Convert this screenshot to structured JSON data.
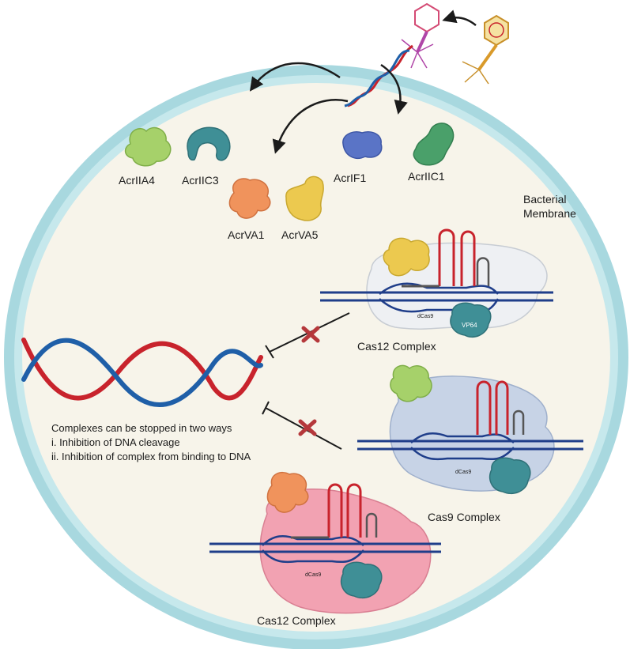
{
  "colors": {
    "cell_fill": "#f7f4ea",
    "membrane": "#9fd3db",
    "dna_red": "#c8232c",
    "dna_blue": "#1f5fa8",
    "inhibit_x": "#b5383b"
  },
  "proteins": {
    "acriia4": "AcrIIA4",
    "acriic3": "AcrIIC3",
    "acrva1": "AcrVA1",
    "acrva5": "AcrVA5",
    "acrif1": "AcrIF1",
    "acriic1": "AcrIIC1"
  },
  "membrane": {
    "line1": "Bacterial",
    "line2": "Membrane"
  },
  "complexes": {
    "top": {
      "title": "Cas12 Complex",
      "enzyme": "dCas9",
      "effector": "VP64"
    },
    "middle": {
      "title": "Cas9 Complex",
      "enzyme": "dCas9"
    },
    "bottom": {
      "title": "Cas12 Complex",
      "enzyme": "dCas9"
    }
  },
  "notes": {
    "heading": "Complexes can be stopped in two ways",
    "item1": "i. Inhibition of DNA cleavage",
    "item2": "ii. Inhibition of complex from binding to DNA"
  }
}
